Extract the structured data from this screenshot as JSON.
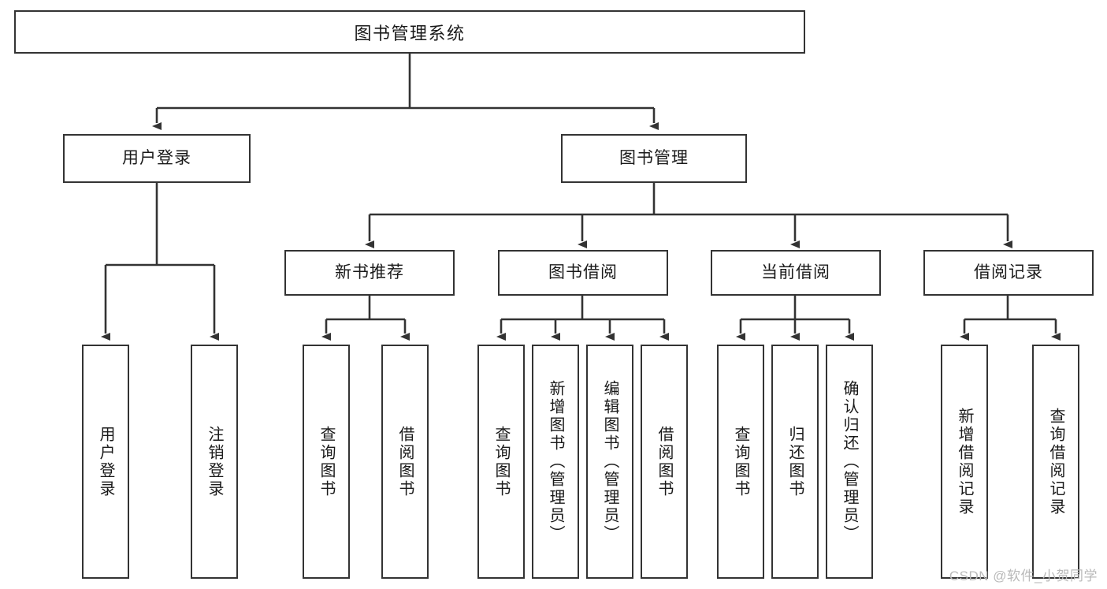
{
  "diagram": {
    "title": "图书管理系统",
    "type": "tree",
    "orientation": "top-down",
    "line_color": "#333333",
    "box_fill": "#ffffff",
    "text_color": "#1a1a1a"
  },
  "nodes": {
    "root": {
      "label": "图书管理系统",
      "level": 0
    },
    "level2": [
      {
        "id": "user-login",
        "label": "用户登录"
      },
      {
        "id": "book-manage",
        "label": "图书管理"
      }
    ],
    "level3": [
      {
        "id": "new-book-recommend",
        "label": "新书推荐",
        "parent": "book-manage"
      },
      {
        "id": "book-borrow",
        "label": "图书借阅",
        "parent": "book-manage"
      },
      {
        "id": "current-borrow",
        "label": "当前借阅",
        "parent": "book-manage"
      },
      {
        "id": "borrow-record",
        "label": "借阅记录",
        "parent": "book-manage"
      }
    ],
    "leaves": [
      {
        "id": "leaf-user-login",
        "label": "用户登录",
        "parent": "user-login"
      },
      {
        "id": "leaf-logout-login",
        "label": "注销登录",
        "parent": "user-login"
      },
      {
        "id": "leaf-query-book-1",
        "label": "查询图书",
        "parent": "new-book-recommend"
      },
      {
        "id": "leaf-borrow-book-1",
        "label": "借阅图书",
        "parent": "new-book-recommend"
      },
      {
        "id": "leaf-query-book-2",
        "label": "查询图书",
        "parent": "book-borrow"
      },
      {
        "id": "leaf-add-book",
        "label": "新增图书（管理员）",
        "parent": "book-borrow"
      },
      {
        "id": "leaf-edit-book",
        "label": "编辑图书（管理员）",
        "parent": "book-borrow"
      },
      {
        "id": "leaf-borrow-book-2",
        "label": "借阅图书",
        "parent": "book-borrow"
      },
      {
        "id": "leaf-query-book-3",
        "label": "查询图书",
        "parent": "current-borrow"
      },
      {
        "id": "leaf-return-book",
        "label": "归还图书",
        "parent": "current-borrow"
      },
      {
        "id": "leaf-confirm-return",
        "label": "确认归还（管理员）",
        "parent": "current-borrow"
      },
      {
        "id": "leaf-add-record",
        "label": "新增借阅记录",
        "parent": "borrow-record"
      },
      {
        "id": "leaf-query-record",
        "label": "查询借阅记录",
        "parent": "borrow-record"
      }
    ]
  },
  "watermark": {
    "text": "CSDN @软件_小贺同学"
  }
}
